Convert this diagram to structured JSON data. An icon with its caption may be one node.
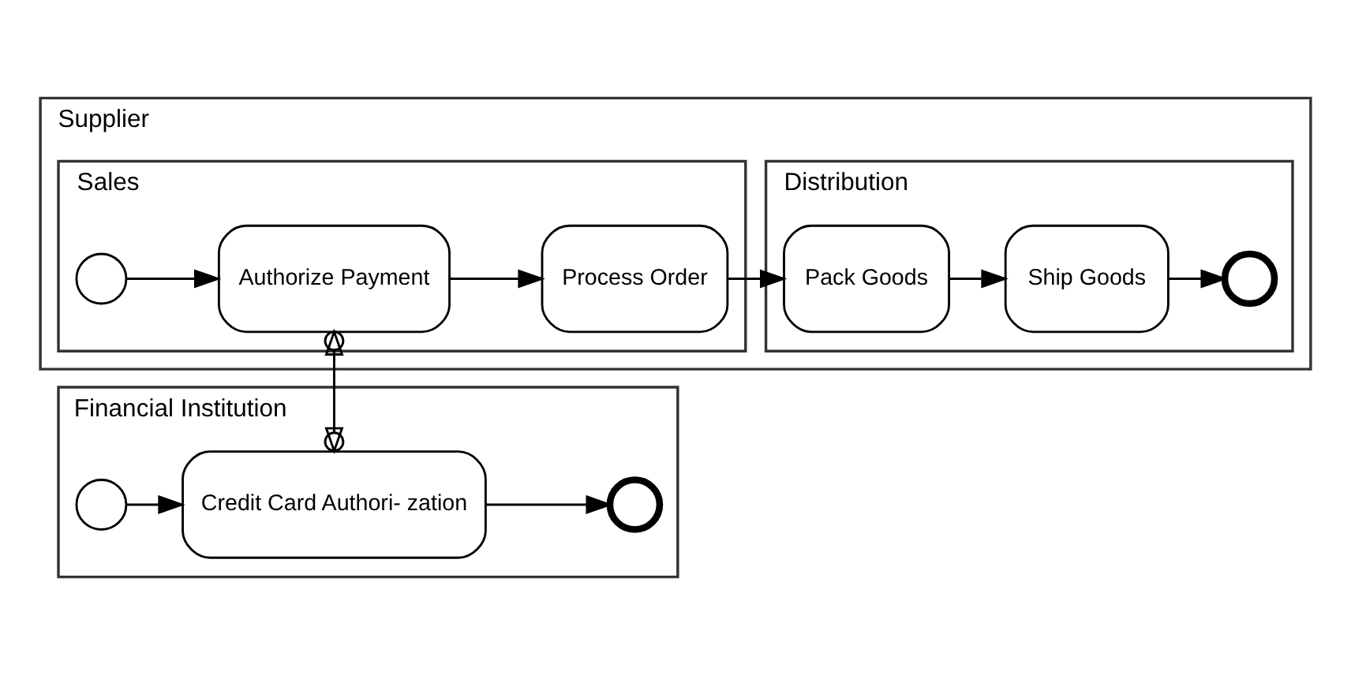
{
  "diagram": {
    "nodes": [
      {
        "text": [
          "Financial Institution"
        ]
      },
      {
        "text": [],
        "shape": "circle",
        "in": 0
      },
      {
        "text": [
          "Credit Card Authori- zation"
        ],
        "in": 0
      },
      {
        "text": [],
        "shape": "circle",
        "in": 0
      },
      {
        "text": [
          "Supplier"
        ]
      },
      {
        "text": [
          "Distribution"
        ],
        "in": 4
      },
      {
        "text": [
          "Pack Goods"
        ],
        "in": 5
      },
      {
        "text": [
          "Ship Goods"
        ],
        "in": 5
      },
      {
        "text": [],
        "shape": "circle",
        "in": 5
      },
      {
        "text": [
          "Sales"
        ],
        "in": 4
      },
      {
        "text": [],
        "shape": "circle",
        "in": 9
      },
      {
        "text": [
          "Authorize Payment"
        ],
        "in": 9
      },
      {
        "text": [
          "Process Order"
        ],
        "in": 9
      }
    ],
    "edges": [
      {
        "from": 1,
        "to": 2,
        "arrow": "to"
      },
      {
        "from": 2,
        "to": 3,
        "arrow": "to"
      },
      {
        "from": 10,
        "to": 11,
        "arrow": "to"
      },
      {
        "from": 11,
        "to": 12,
        "arrow": "to"
      },
      {
        "from": 12,
        "to": 6,
        "arrow": "to"
      },
      {
        "from": 6,
        "to": 7,
        "arrow": "to"
      },
      {
        "from": 7,
        "to": 8,
        "arrow": "to"
      },
      {
        "from": 11,
        "to": 2,
        "arrow": "to",
        "style": "dashed"
      },
      {
        "from": 2,
        "to": 11,
        "arrow": "to",
        "style": "dashed"
      }
    ]
  }
}
